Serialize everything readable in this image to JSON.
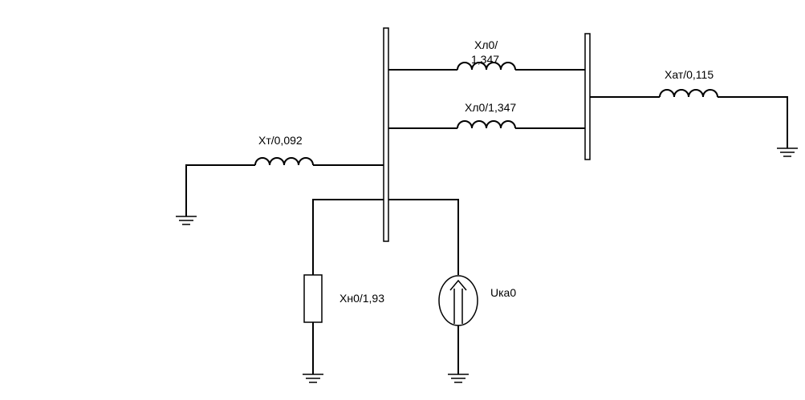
{
  "labels": {
    "line_upper_a": "Xл0/",
    "line_upper_b": "1,347",
    "line_lower": "Xл0/1,347",
    "autotransformer": "Xат/0,115",
    "transformer": "Xт/0,092",
    "load": "Xн0/1,93",
    "source": "Uка0"
  }
}
